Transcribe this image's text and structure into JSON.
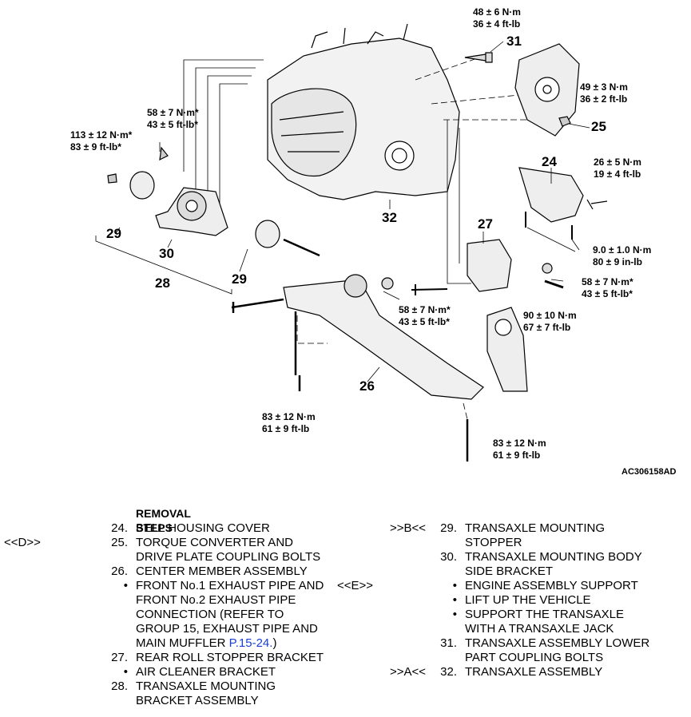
{
  "callouts": {
    "c31_torque": [
      "48 ± 6 N·m",
      "36 ± 4 ft-lb"
    ],
    "c25_torque": [
      "49 ± 3 N·m",
      "36 ± 2 ft-lb"
    ],
    "c24_torque": [
      "26 ± 5 N·m",
      "19 ± 4 ft-lb"
    ],
    "c9_torque": [
      "9.0 ± 1.0 N·m",
      "80 ± 9 in-lb"
    ],
    "c58a_torque": [
      "58 ± 7 N·m*",
      "43 ± 5 ft-lb*"
    ],
    "c113_torque": [
      "113 ± 12 N·m*",
      "83 ± 9 ft-lb*"
    ],
    "c58b_torque": [
      "58 ± 7 N·m*",
      "43 ± 5 ft-lb*"
    ],
    "c58c_torque": [
      "58 ± 7 N·m*",
      "43 ± 5 ft-lb*"
    ],
    "c90_torque": [
      "90 ± 10 N·m",
      "67 ± 7 ft-lb"
    ],
    "c83a_torque": [
      "83 ± 12 N·m",
      "61 ± 9 ft-lb"
    ],
    "c83b_torque": [
      "83 ± 12 N·m",
      "61 ± 9 ft-lb"
    ]
  },
  "part_numbers": {
    "p31": "31",
    "p25": "25",
    "p24": "24",
    "p27": "27",
    "p32": "32",
    "p29a": "29",
    "p30": "30",
    "p28": "28",
    "p29b": "29",
    "p26": "26"
  },
  "figure_code": "AC306158AD",
  "steps": {
    "title": "REMOVAL STEPS",
    "left": [
      {
        "mark": "",
        "num": "24.",
        "lines": [
          "BELL HOUSING COVER"
        ]
      },
      {
        "mark": "<<D>>",
        "num": "25.",
        "lines": [
          "TORQUE CONVERTER AND",
          "DRIVE PLATE COUPLING BOLTS"
        ]
      },
      {
        "mark": "",
        "num": "26.",
        "lines": [
          "CENTER MEMBER ASSEMBLY"
        ]
      },
      {
        "mark": "",
        "num": "•",
        "lines": [
          "FRONT No.1 EXHAUST PIPE AND",
          "FRONT No.2 EXHAUST PIPE",
          "CONNECTION (REFER TO",
          "GROUP 15, EXHAUST PIPE AND"
        ],
        "last_line": "MAIN MUFFLER ",
        "link": "P.15-24.",
        "after_link": ")"
      },
      {
        "mark": "",
        "num": "27.",
        "lines": [
          "REAR ROLL STOPPER BRACKET"
        ]
      },
      {
        "mark": "",
        "num": "•",
        "lines": [
          "AIR CLEANER BRACKET"
        ]
      },
      {
        "mark": "",
        "num": "28.",
        "lines": [
          "TRANSAXLE MOUNTING",
          "BRACKET ASSEMBLY"
        ]
      }
    ],
    "right": [
      {
        "mark": ">>B<<",
        "num": "29.",
        "lines": [
          "TRANSAXLE MOUNTING",
          "STOPPER"
        ]
      },
      {
        "mark": "",
        "num": "30.",
        "lines": [
          "TRANSAXLE MOUNTING BODY",
          "SIDE BRACKET"
        ]
      },
      {
        "mark": "<<E>>",
        "num": "•",
        "lines": [
          "ENGINE ASSEMBLY SUPPORT"
        ]
      },
      {
        "mark": "",
        "num": "•",
        "lines": [
          "LIFT UP THE VEHICLE"
        ]
      },
      {
        "mark": "",
        "num": "•",
        "lines": [
          "SUPPORT THE TRANSAXLE",
          "WITH A TRANSAXLE JACK"
        ]
      },
      {
        "mark": "",
        "num": "31.",
        "lines": [
          "TRANSAXLE ASSEMBLY LOWER",
          "PART COUPLING BOLTS"
        ]
      },
      {
        "mark": ">>A<<",
        "num": "32.",
        "lines": [
          "TRANSAXLE ASSEMBLY"
        ]
      }
    ]
  }
}
